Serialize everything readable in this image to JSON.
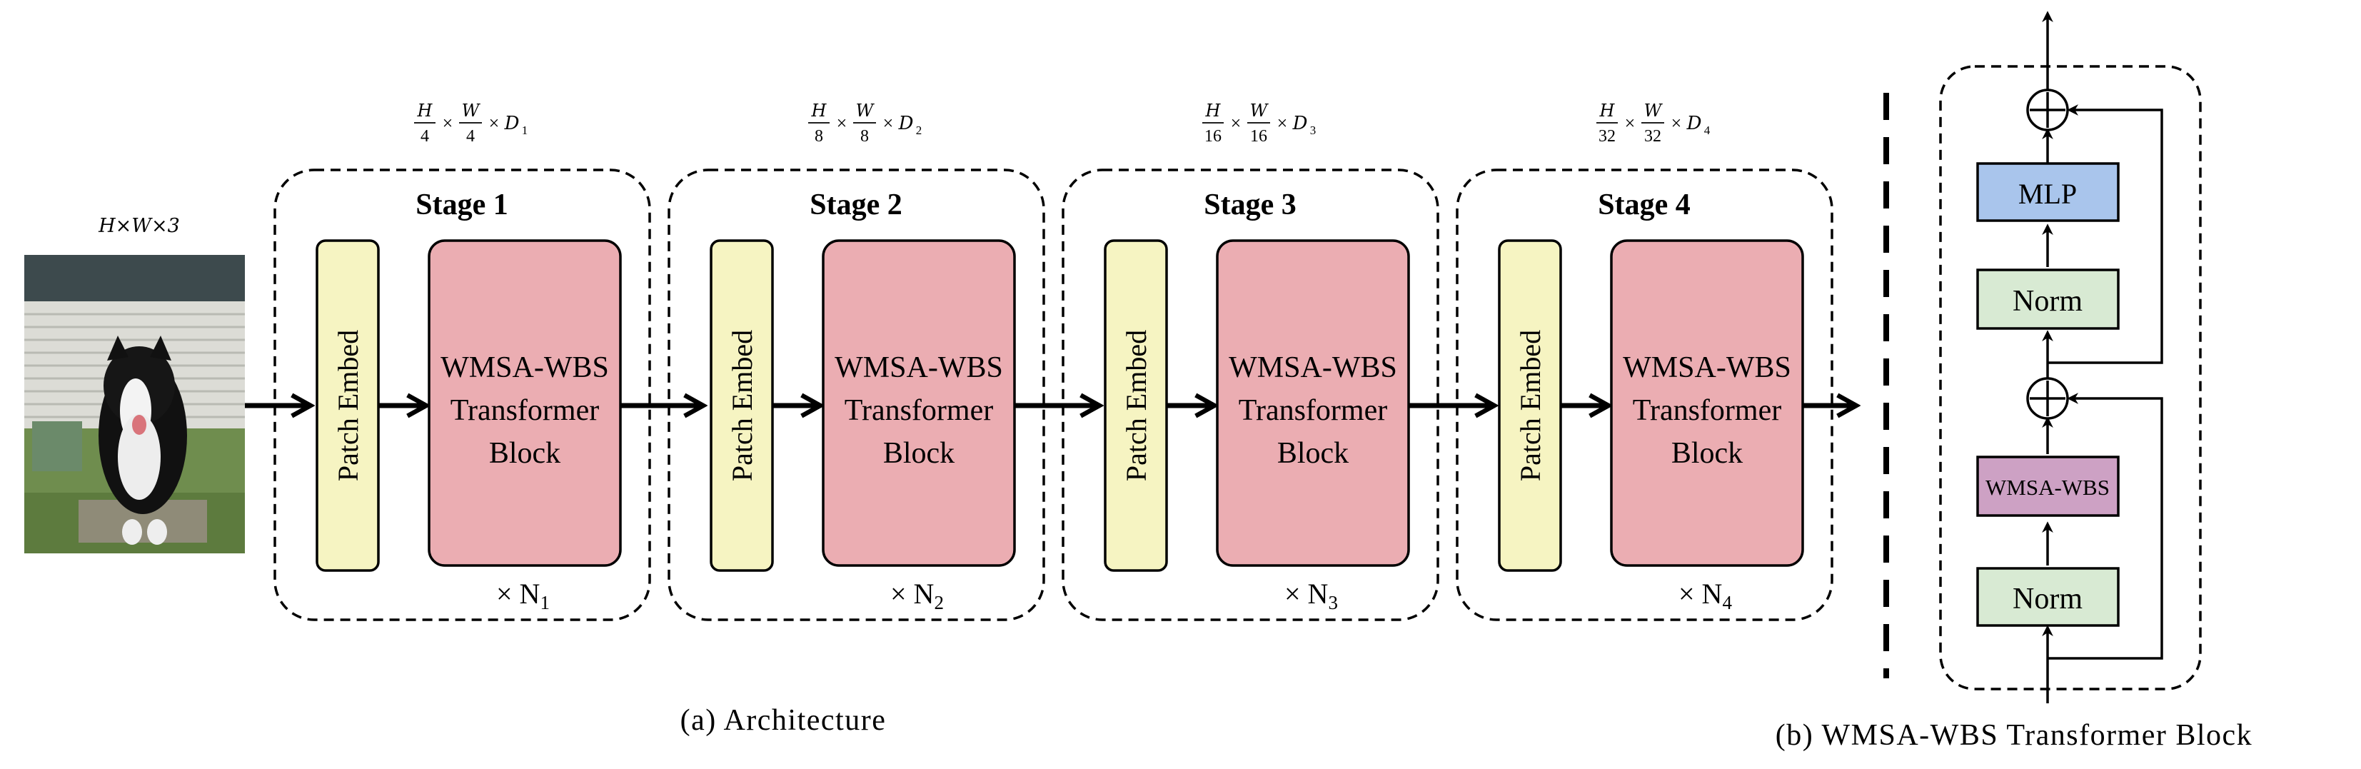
{
  "input": {
    "dims": "H×W×3",
    "photo_alt": "photo of a black and white dog sitting in front of a shed"
  },
  "stages": [
    {
      "title": "Stage 1",
      "patch_label": "Patch Embed",
      "block_lines": [
        "WMSA-WBS",
        "Transformer",
        "Block"
      ],
      "repeat_prefix": "× N",
      "repeat_sub": "1",
      "out_den": "4",
      "out_d": "1"
    },
    {
      "title": "Stage 2",
      "patch_label": "Patch Embed",
      "block_lines": [
        "WMSA-WBS",
        "Transformer",
        "Block"
      ],
      "repeat_prefix": "× N",
      "repeat_sub": "2",
      "out_den": "8",
      "out_d": "2"
    },
    {
      "title": "Stage 3",
      "patch_label": "Patch Embed",
      "block_lines": [
        "WMSA-WBS",
        "Transformer",
        "Block"
      ],
      "repeat_prefix": "× N",
      "repeat_sub": "3",
      "out_den": "16",
      "out_d": "3"
    },
    {
      "title": "Stage 4",
      "patch_label": "Patch Embed",
      "block_lines": [
        "WMSA-WBS",
        "Transformer",
        "Block"
      ],
      "repeat_prefix": "× N",
      "repeat_sub": "4",
      "out_den": "32",
      "out_d": "4"
    }
  ],
  "fraction": {
    "num_h": "H",
    "num_w": "W",
    "times": "×",
    "d": "D"
  },
  "block_detail": {
    "mlp": "MLP",
    "norm_top": "Norm",
    "attention": "WMSA-WBS",
    "norm_bottom": "Norm",
    "add_symbol": "+"
  },
  "captions": {
    "a": "(a) Architecture",
    "b": "(b) WMSA-WBS Transformer Block"
  },
  "colors": {
    "patch_embed": "#f6f4c2",
    "transformer_block": "#ebadb2",
    "mlp": "#a9c5ec",
    "norm": "#d8ead3",
    "attention": "#cda1c4",
    "stroke": "#000000"
  }
}
